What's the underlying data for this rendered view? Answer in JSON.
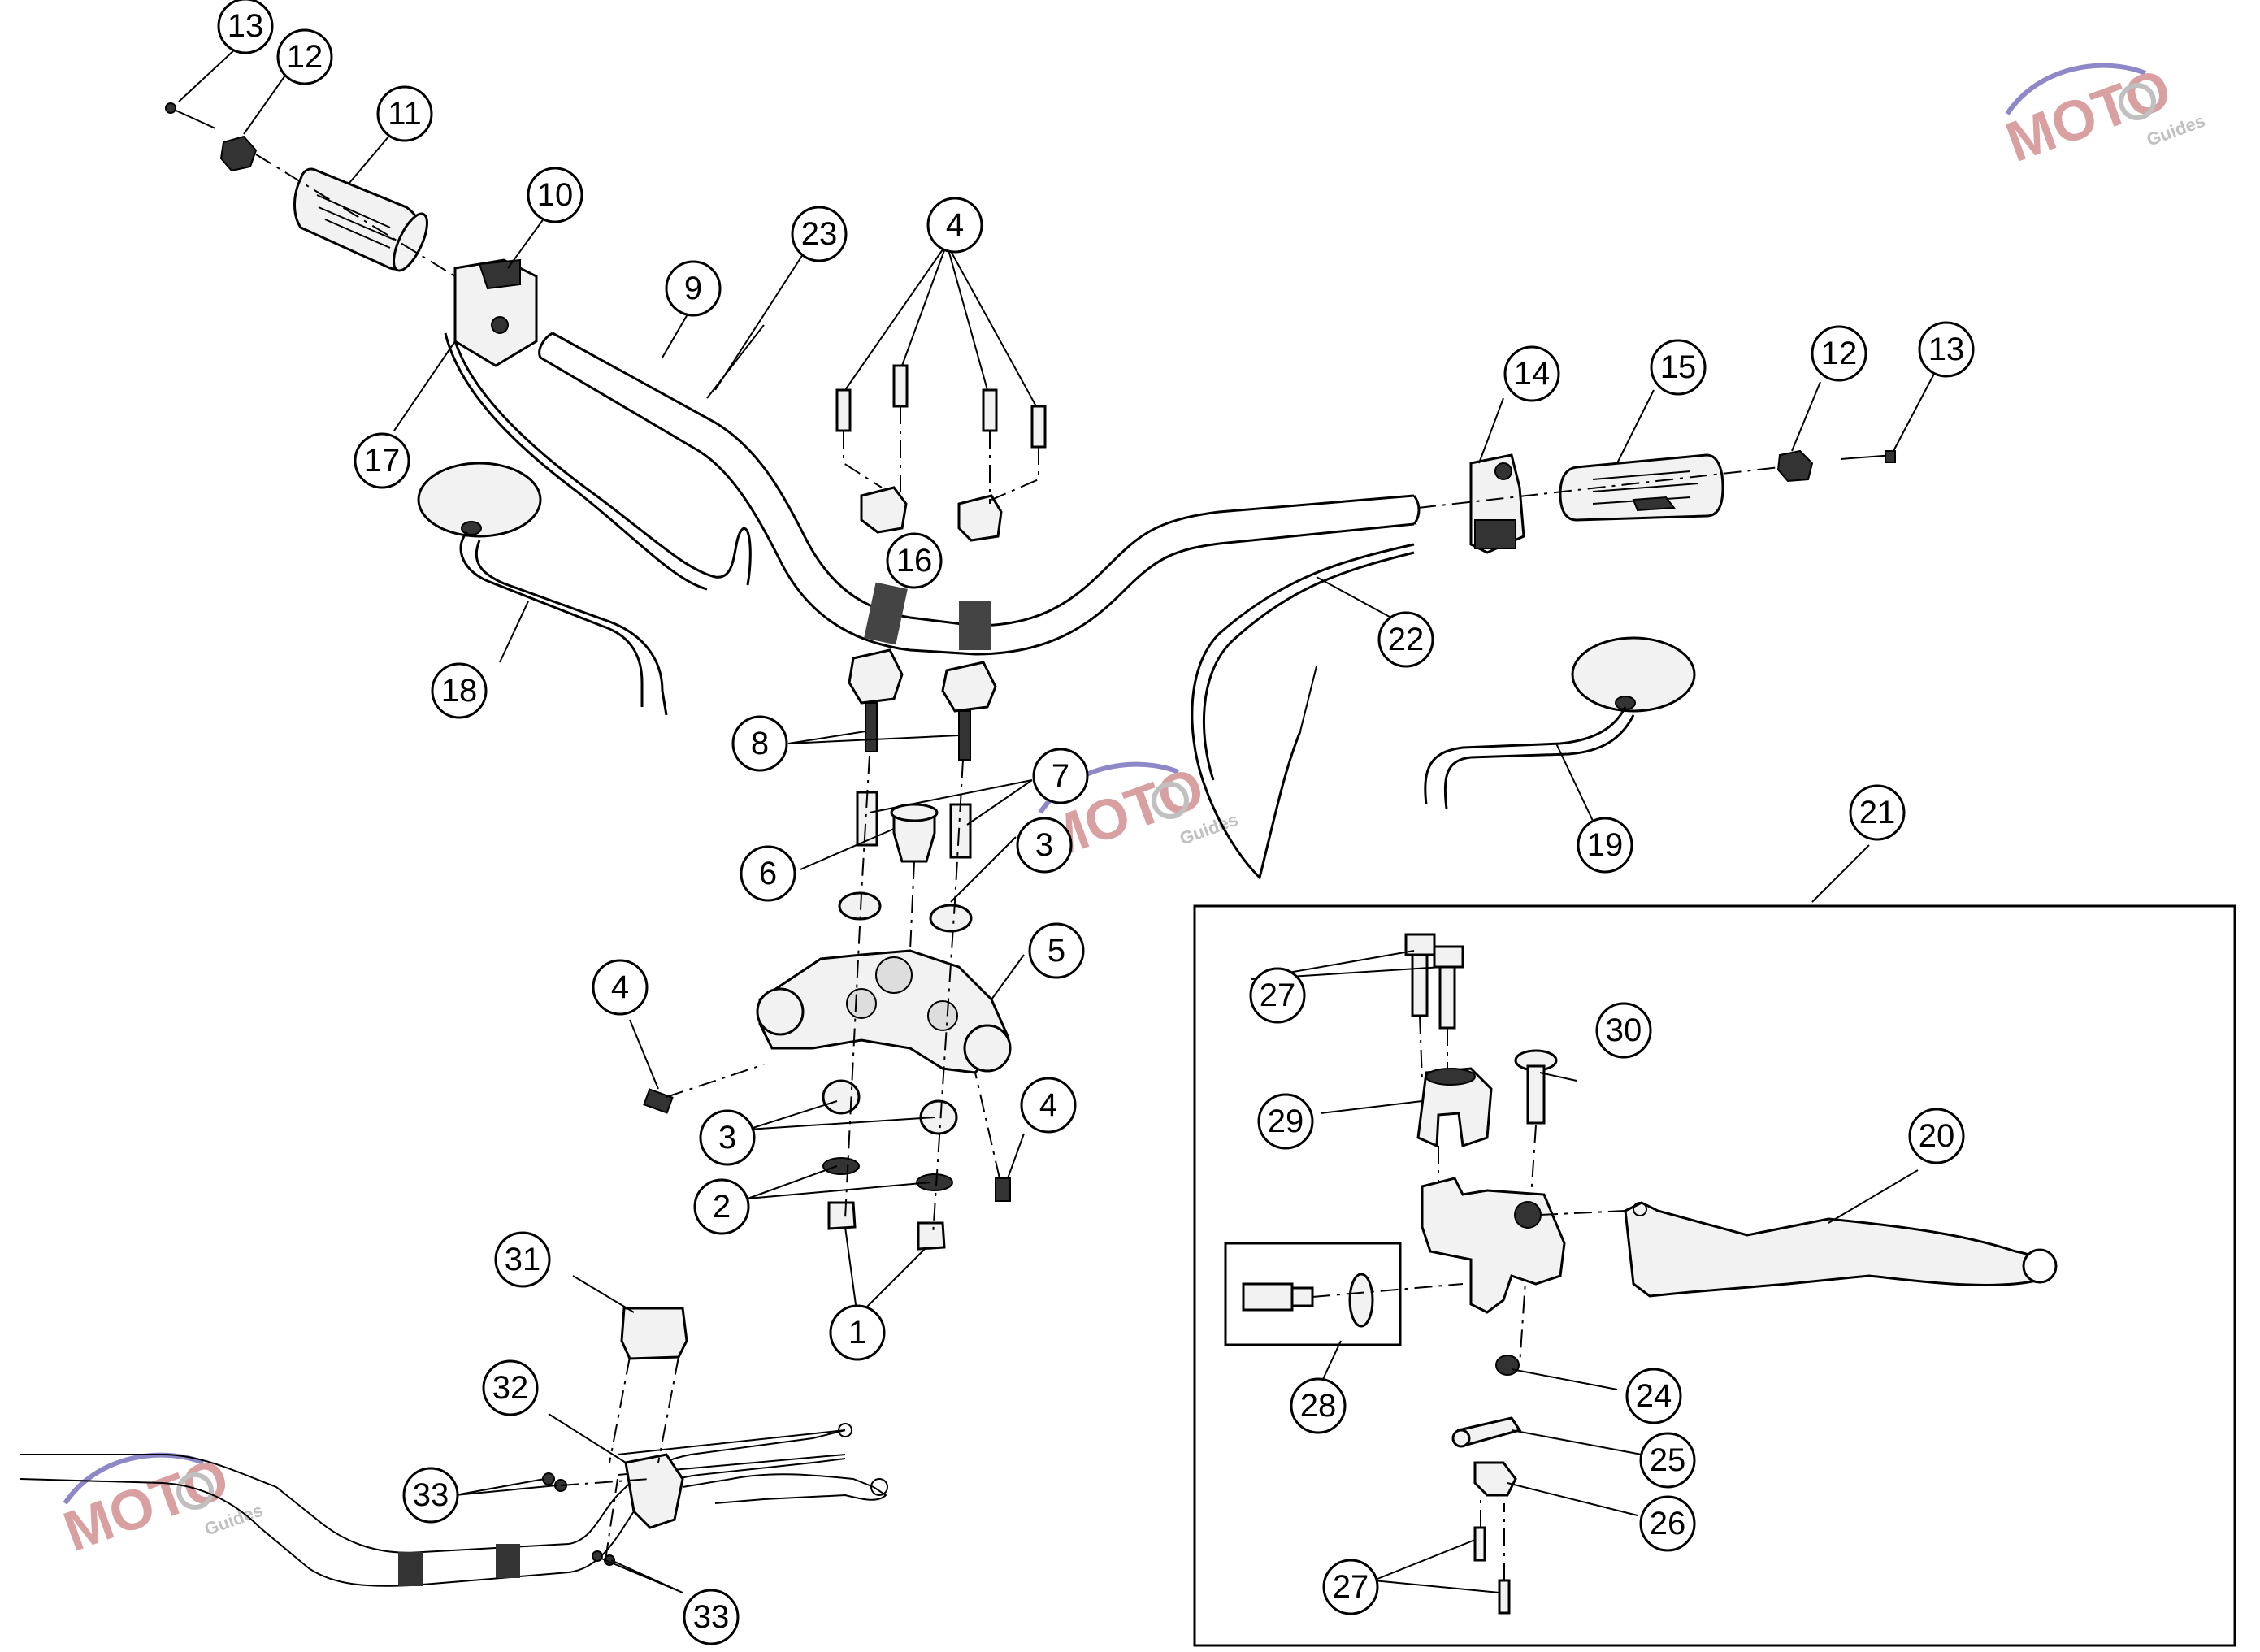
{
  "watermark": {
    "brand": "MOTO",
    "sub": "Guides",
    "accent": "#8e88c8",
    "gear_color": "#c0c0c0",
    "text_color": "#d8a0a0"
  },
  "callouts": {
    "c1": "1",
    "c2": "2",
    "c3a": "3",
    "c3b": "3",
    "c4a": "4",
    "c4b": "4",
    "c4c": "4",
    "c5": "5",
    "c6": "6",
    "c7": "7",
    "c8": "8",
    "c9": "9",
    "c10": "10",
    "c11": "11",
    "c12a": "12",
    "c12b": "12",
    "c13a": "13",
    "c13b": "13",
    "c14": "14",
    "c15": "15",
    "c16": "16",
    "c17": "17",
    "c18": "18",
    "c19": "19",
    "c20": "20",
    "c21": "21",
    "c22": "22",
    "c23": "23",
    "c24": "24",
    "c25": "25",
    "c26": "26",
    "c27a": "27",
    "c27b": "27",
    "c28": "28",
    "c29": "29",
    "c30": "30",
    "c31": "31",
    "c32": "32",
    "c33a": "33",
    "c33b": "33"
  }
}
